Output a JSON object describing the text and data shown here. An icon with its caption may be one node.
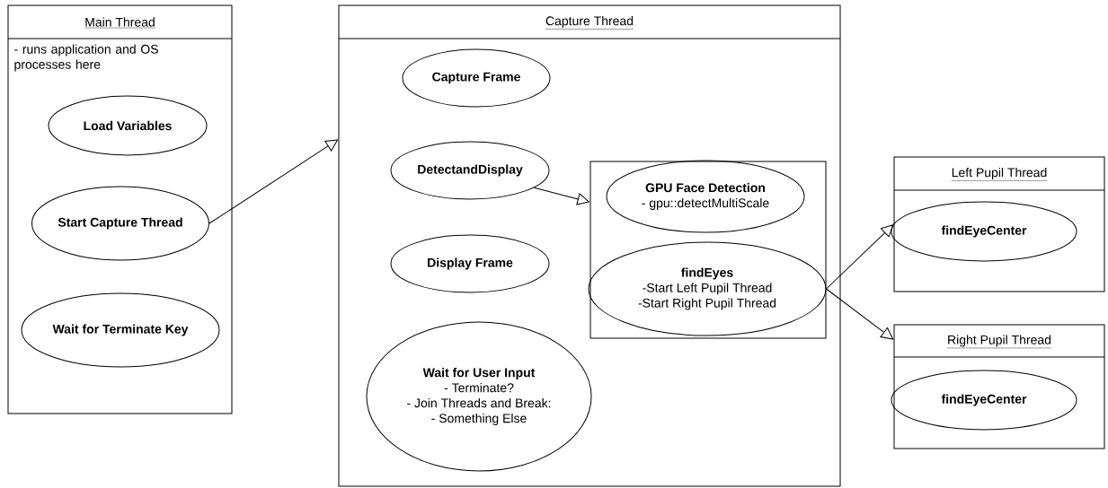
{
  "diagram": {
    "nodes": [
      {
        "text": [
          "Main Thread",
          "- runs application and OS processes here"
        ]
      },
      {
        "text": [
          "Load Variables"
        ],
        "in": 0
      },
      {
        "text": [
          "Start Capture Thread"
        ],
        "in": 0
      },
      {
        "text": [
          "Wait for Terminate Key"
        ],
        "in": 0
      },
      {
        "text": [
          "Capture Thread"
        ]
      },
      {
        "text": [
          "Capture Frame"
        ],
        "in": 4
      },
      {
        "text": [
          "DetectandDisplay"
        ],
        "in": 4
      },
      {
        "text": [
          "Display Frame"
        ],
        "in": 4
      },
      {
        "text": [
          "Wait for User Input",
          "- Terminate?",
          "- Join Threads and Break:",
          "- Something Else"
        ],
        "in": 4
      },
      {
        "text": [],
        "shape": "box",
        "in": 4
      },
      {
        "text": [
          "GPU Face Detection",
          "- gpu::detectMultiScale"
        ],
        "in": 9
      },
      {
        "text": [
          "findEyes",
          "-Start Left Pupil Thread",
          "-Start Right Pupil Thread"
        ],
        "in": 9
      },
      {
        "text": [
          "Left Pupil Thread"
        ]
      },
      {
        "text": [
          "findEyeCenter"
        ],
        "in": 12
      },
      {
        "text": [
          "Right Pupil Thread"
        ]
      },
      {
        "text": [
          "findEyeCenter"
        ],
        "in": 14
      }
    ],
    "edges": [
      {
        "from": 2,
        "to": 4,
        "arrow": "to"
      },
      {
        "from": 6,
        "to": 9,
        "arrow": "to"
      },
      {
        "from": 11,
        "to": 12,
        "arrow": "to"
      },
      {
        "from": 11,
        "to": 14,
        "arrow": "to"
      }
    ]
  }
}
